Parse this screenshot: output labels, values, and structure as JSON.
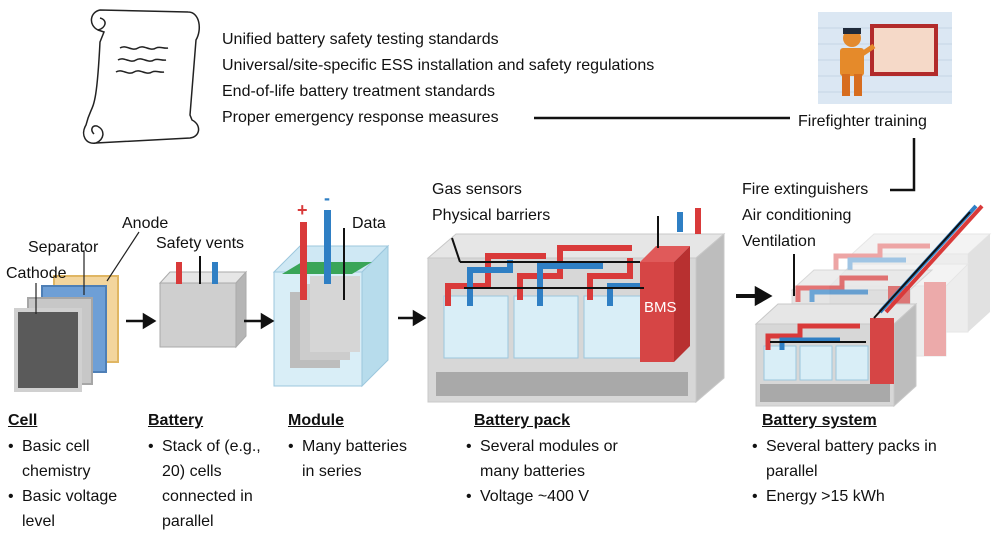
{
  "regulations": [
    "Unified battery safety testing standards",
    "Universal/site-specific ESS installation and safety regulations",
    "End-of-life battery treatment standards",
    "Proper emergency response measures"
  ],
  "firefighter_training": "Firefighter training",
  "system_features": [
    "Fire extinguishers",
    "Air conditioning",
    "Ventilation"
  ],
  "pack_features": [
    "Gas sensors",
    "Physical barriers"
  ],
  "cell_parts": {
    "anode": "Anode",
    "separator": "Separator",
    "cathode": "Cathode"
  },
  "battery_label": "Safety vents",
  "module_labels": {
    "plus": "+",
    "minus": "-",
    "data": "Data"
  },
  "bms_label": "BMS",
  "levels": [
    {
      "title": "Cell",
      "bullets": [
        "Basic cell",
        "chemistry",
        "Basic voltage",
        "level"
      ]
    },
    {
      "title": "Battery",
      "bullets": [
        "Stack of (e.g.,",
        "20) cells",
        "connected in",
        "parallel"
      ]
    },
    {
      "title": "Module",
      "bullets": [
        "Many batteries",
        "in series"
      ]
    },
    {
      "title": "Battery pack",
      "bullets": [
        "Several modules or",
        "many batteries",
        "Voltage ~400 V"
      ]
    },
    {
      "title": "Battery system",
      "bullets": [
        "Several battery packs in",
        "parallel",
        "Energy >15 kWh"
      ]
    }
  ],
  "colors": {
    "red": "#d93a3a",
    "blue": "#2f7fc4",
    "green": "#3aa558",
    "bms": "#d64545",
    "frame": "#c9c9c9",
    "light_blue": "#cfe8f4",
    "black": "#111111"
  }
}
